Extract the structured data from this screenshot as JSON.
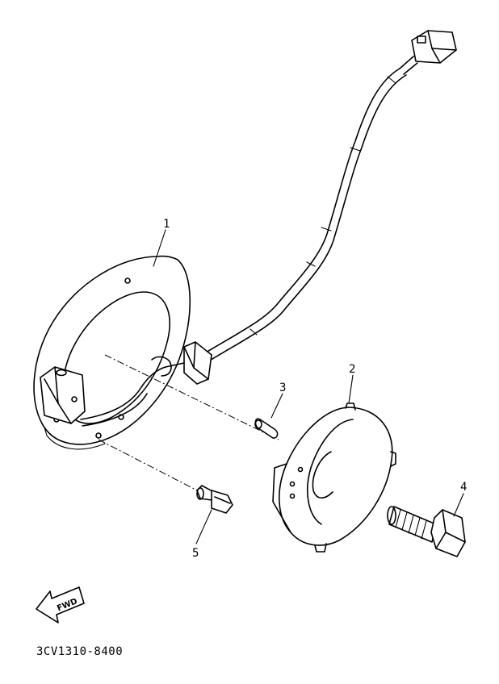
{
  "callouts": {
    "part1": "1",
    "part2": "2",
    "part3": "3",
    "part4": "4",
    "part5": "5"
  },
  "fwd_label": "FWD",
  "diagram_code": "3CV1310-8400",
  "colors": {
    "ink": "#000000",
    "paper": "#ffffff"
  }
}
